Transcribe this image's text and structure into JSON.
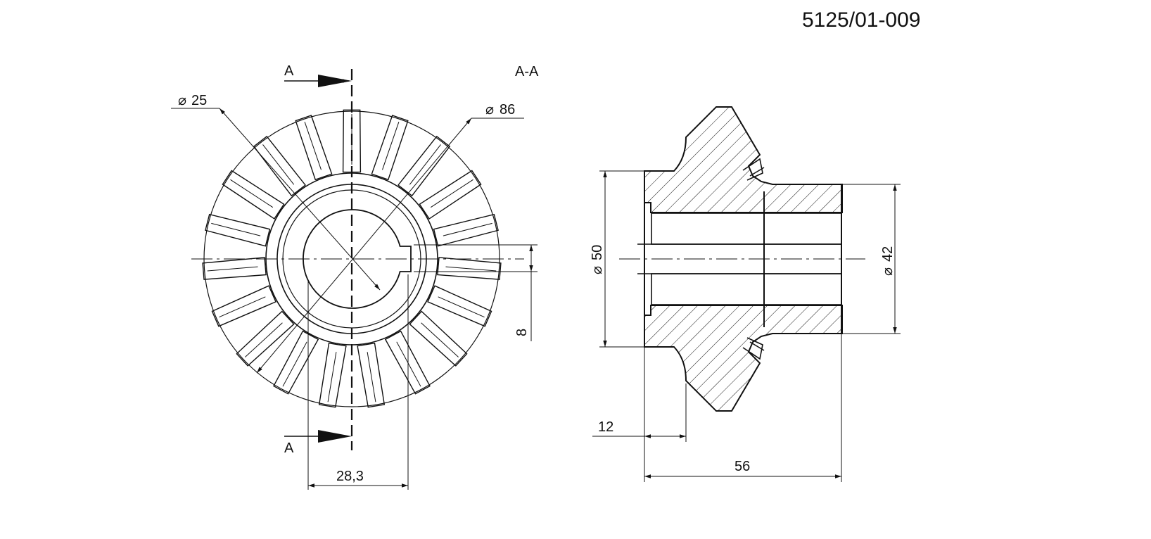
{
  "drawing": {
    "number": "5125/01-009",
    "section_marks": {
      "top": "A",
      "bottom": "A"
    },
    "section_title": "A-A",
    "front_view": {
      "bore_diameter": "25",
      "outer_diameter": "86",
      "key_offset": "28,3",
      "keyway_width": "8",
      "teeth_count": 19
    },
    "section_view": {
      "hub_diameter": "50",
      "shaft_diameter": "42",
      "flange_thickness": "12",
      "overall_length": "56"
    },
    "diameter_symbol": "⌀",
    "colors": {
      "line": "#111111",
      "background": "#ffffff"
    }
  }
}
